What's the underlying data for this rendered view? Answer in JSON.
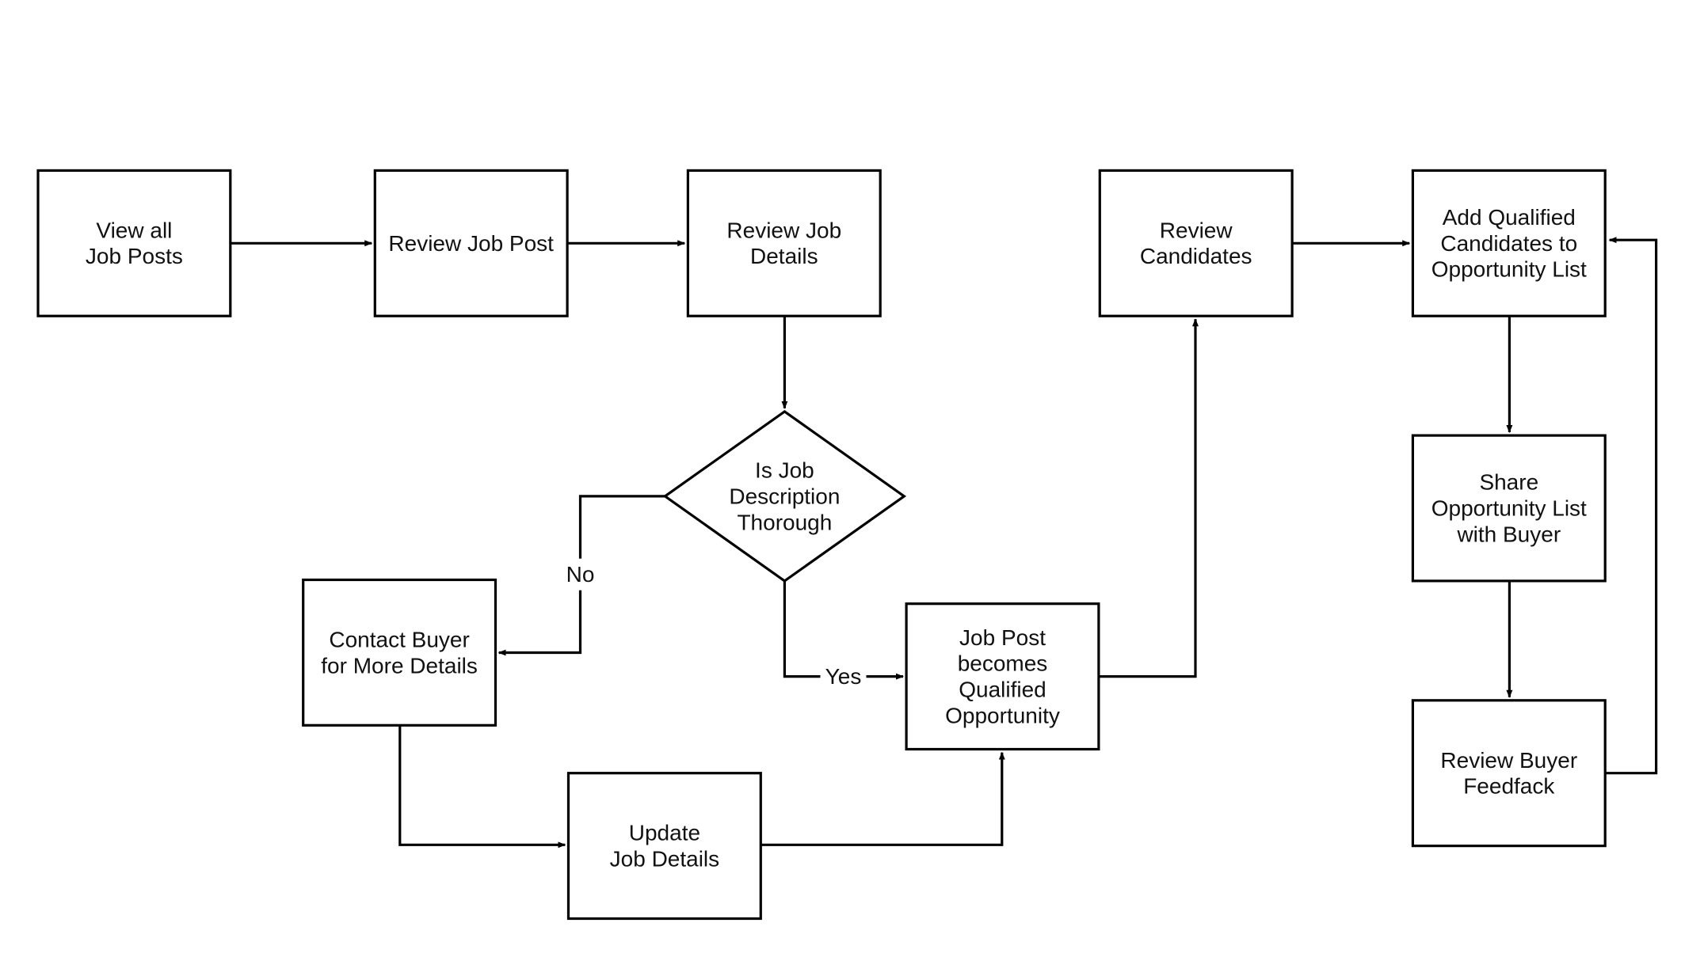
{
  "diagram": {
    "type": "flowchart",
    "nodes": [
      {
        "id": "view_all",
        "shape": "process",
        "lines": [
          "View all",
          "Job Posts"
        ]
      },
      {
        "id": "review_post",
        "shape": "process",
        "lines": [
          "Review Job Post"
        ]
      },
      {
        "id": "review_details",
        "shape": "process",
        "lines": [
          "Review Job",
          "Details"
        ]
      },
      {
        "id": "decision",
        "shape": "decision",
        "lines": [
          "Is Job",
          "Description",
          "Thorough"
        ]
      },
      {
        "id": "contact_buyer",
        "shape": "process",
        "lines": [
          "Contact Buyer",
          "for More Details"
        ]
      },
      {
        "id": "update_details",
        "shape": "process",
        "lines": [
          "Update",
          "Job Details"
        ]
      },
      {
        "id": "qualified",
        "shape": "process",
        "lines": [
          "Job Post",
          "becomes",
          "Qualified",
          "Opportunity"
        ]
      },
      {
        "id": "review_candidates",
        "shape": "process",
        "lines": [
          "Review",
          "Candidates"
        ]
      },
      {
        "id": "add_qualified",
        "shape": "process",
        "lines": [
          "Add Qualified",
          "Candidates to",
          "Opportunity List"
        ]
      },
      {
        "id": "share_list",
        "shape": "process",
        "lines": [
          "Share",
          "Opportunity List",
          "with Buyer"
        ]
      },
      {
        "id": "review_feedback",
        "shape": "process",
        "lines": [
          "Review Buyer",
          "Feedfack"
        ]
      }
    ],
    "edges": [
      {
        "id": "e1",
        "from": "view_all",
        "to": "review_post",
        "label": ""
      },
      {
        "id": "e2",
        "from": "review_post",
        "to": "review_details",
        "label": ""
      },
      {
        "id": "e3",
        "from": "review_details",
        "to": "decision",
        "label": ""
      },
      {
        "id": "e4",
        "from": "decision",
        "to": "contact_buyer",
        "label": "No"
      },
      {
        "id": "e5",
        "from": "decision",
        "to": "qualified",
        "label": "Yes"
      },
      {
        "id": "e6",
        "from": "contact_buyer",
        "to": "update_details",
        "label": ""
      },
      {
        "id": "e7",
        "from": "update_details",
        "to": "qualified",
        "label": ""
      },
      {
        "id": "e8",
        "from": "qualified",
        "to": "review_candidates",
        "label": ""
      },
      {
        "id": "e9",
        "from": "review_candidates",
        "to": "add_qualified",
        "label": ""
      },
      {
        "id": "e10",
        "from": "add_qualified",
        "to": "share_list",
        "label": ""
      },
      {
        "id": "e11",
        "from": "share_list",
        "to": "review_feedback",
        "label": ""
      },
      {
        "id": "e12",
        "from": "review_feedback",
        "to": "add_qualified",
        "label": ""
      }
    ]
  }
}
